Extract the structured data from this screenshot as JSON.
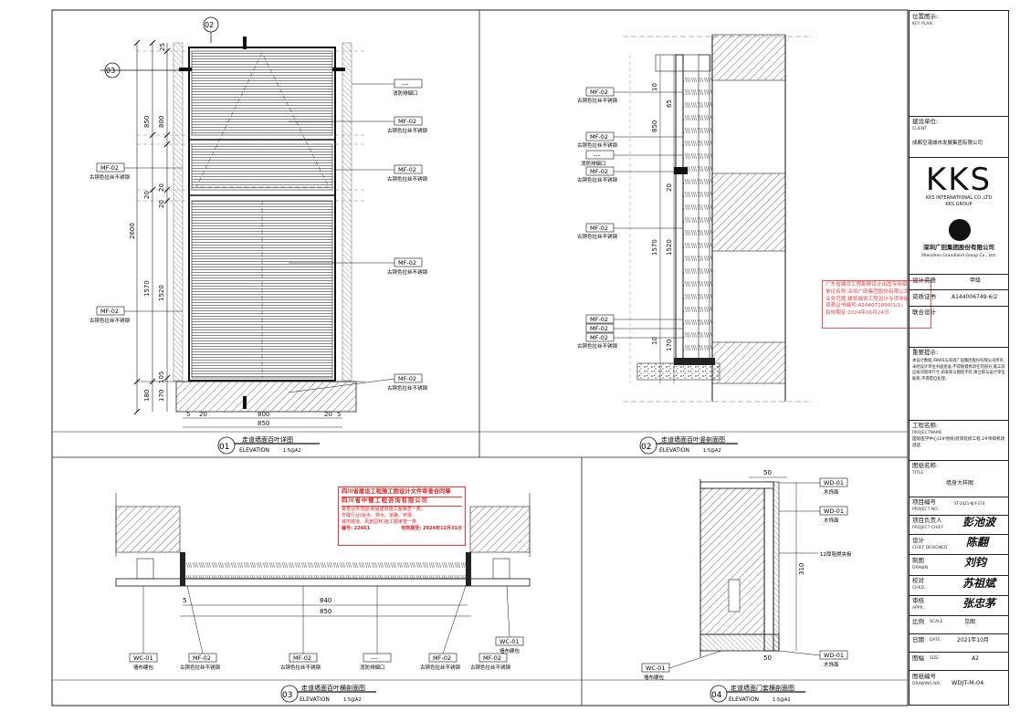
{
  "drawings": {
    "d01": {
      "number": "01",
      "title": "走道墙面百叶详图",
      "elevation": "ELEVATION",
      "scale": "1:5@A2"
    },
    "d02": {
      "number": "02",
      "title": "走道墙面百叶竖剖面图",
      "elevation": "ELEVATION",
      "scale": "1:5@A2"
    },
    "d03": {
      "number": "03",
      "title": "走道墙面百叶横剖面图",
      "elevation": "ELEVATION",
      "scale": "1:5@A2"
    },
    "d04": {
      "number": "04",
      "title": "走道墙面门套横剖面图",
      "elevation": "ELEVATION",
      "scale": "1:5@A2"
    }
  },
  "callouts": {
    "c02": "02",
    "c03": "03"
  },
  "materials": {
    "mf02_code": "MF-02",
    "mf02_desc": "古铜色拉丝不锈钢",
    "vent_code": "---",
    "vent_desc": "消防排烟口",
    "wc01_code": "WC-01",
    "wc01_desc": "墙布硬包",
    "wd01_code": "WD-01",
    "wd01_desc": "木饰面",
    "board_note": "12厚阻燃夹板"
  },
  "dims_d01": {
    "top": [
      "25",
      "850",
      "800",
      "20",
      "20",
      "20",
      "1570",
      "1520",
      "170",
      "105",
      "180"
    ],
    "total": "2600",
    "bottom": [
      "5",
      "20",
      "800",
      "20",
      "5"
    ],
    "bottom_total": "850"
  },
  "dims_d02": [
    "10",
    "65",
    "850",
    "20",
    "1570",
    "1520",
    "170",
    "10"
  ],
  "dims_d03": {
    "a": "5",
    "inner": "840",
    "outer": "850"
  },
  "dims_d04": {
    "top": "50",
    "side": "310",
    "bottom": "50"
  },
  "stamps": {
    "s1": {
      "title": "四川省建设工程施工图设计文件审查合同章",
      "company": "四川省中犍工程咨询有限公司",
      "line1": "审查业务范围:房屋建筑施工图审查一类;",
      "line2": "市政行业(给水、排水、道路、桥梁、",
      "line3": "城市隧道、风景园林)施工图审查一类",
      "num_label": "编号: 22661",
      "valid": "有效期至: 2024年12月31日"
    },
    "s2": {
      "line1": "广东省建设工程勘察设计出图专用章",
      "line2": "单位名称:深圳广田集团股份有限公司",
      "line3": "业务范围:建筑装饰工程设计专项甲级",
      "line4": "资质证书编号:A244071890(1/1)",
      "line5": "有效期至:2024年06月24日"
    }
  },
  "titleblock": {
    "key_plan": "位置图示:",
    "key_plan_en": "KEY PLAN",
    "client": "建设单位:",
    "client_en": "CLIENT",
    "client_name": "成都空港城市发展集团有限公司",
    "logo": "KKS",
    "kks_line1": "KKS INTERNATIONAL CO.,LTD",
    "kks_line2": "KKS GROUP",
    "grandland_cn": "深圳广田集团股份有限公司",
    "grandland_en": "Shenzhen Grandland Group Co., Ltd.",
    "qual_label": "设计资质",
    "qual_val": "甲级",
    "cert_label": "资质证书",
    "cert_val": "A144006749-6/2",
    "joint_label": "联合设计",
    "notice_label": "重要提示:",
    "notice_text": "本设计数据,归KKS与深圳广田集团股份有限公司所有,未经设计单位书面批准,不得随意修改任何部分,施工前应核对现场尺寸,如发现与图纸不符,请立即与设计单位联系,不得擅自处理。",
    "project_label": "工程名称:",
    "project_en": "PROJECTNAME",
    "project_name": "国际医学中心(2#地块)装饰装修工程 2#项目机场酒店",
    "title_label": "图纸名称:",
    "title_en": "TITLE",
    "title_name": "墙身大样图",
    "projno_label": "项目编号",
    "projno_en": "PROJECT NO.",
    "projno_val": "ST-2021-KJ-Y-174",
    "chief_label": "项目负责人",
    "chief_en": "PROJECT CHIEF",
    "design_label": "设计",
    "design_en": "CHIEF DESIGNED",
    "drawn_label": "制图",
    "drawn_en": "DRAWN",
    "check_label": "校对",
    "check_en": "CHKD.",
    "appr_label": "审核",
    "appr_en": "APPR.",
    "scale_label": "比例",
    "scale_en": "SCALE",
    "scale_val": "见图",
    "date_label": "日期",
    "date_en": "DATE",
    "date_val": "2021年10月",
    "size_label": "图幅",
    "size_en": "SIZE",
    "size_val": "A2",
    "dwgno_label": "图纸编号",
    "dwgno_en": "DRAWING NO.",
    "dwgno_val": "WDJT-M-04"
  }
}
